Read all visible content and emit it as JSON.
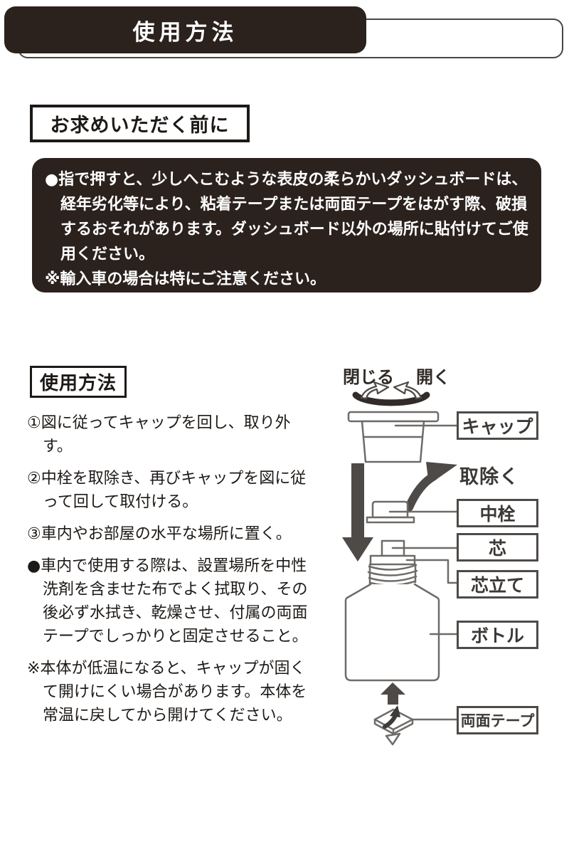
{
  "header": {
    "title": "使用方法"
  },
  "before_purchase": {
    "heading": "お求めいただく前に",
    "warning": {
      "bullet_marker": "●",
      "bullet_text": "指で押すと、少しへこむような表皮の柔らかいダッシュボードは、経年劣化等により、粘着テープまたは両面テープをはがす際、破損するおそれがあります。ダッシュボード以外の場所に貼付けてご使用ください。",
      "note_marker": "※",
      "note_text": "輸入車の場合は特にご注意ください。"
    }
  },
  "usage": {
    "heading": "使用方法",
    "steps": [
      {
        "marker": "①",
        "text": "図に従ってキャップを回し、取り外す。"
      },
      {
        "marker": "②",
        "text": "中栓を取除き、再びキャップを図に従って回して取付ける。"
      },
      {
        "marker": "③",
        "text": "車内やお部屋の水平な場所に置く。"
      },
      {
        "marker": "●",
        "text": "車内で使用する際は、設置場所を中性洗剤を含ませた布でよく拭取り、その後必ず水拭き、乾燥させ、付属の両面テープでしっかりと固定させること。"
      },
      {
        "marker": "※",
        "text": "本体が低温になると、キャップが固くて開けにくい場合があります。本体を常温に戻してから開けてください。"
      }
    ]
  },
  "diagram": {
    "rotation_labels": {
      "close": "閉じる",
      "open": "開く"
    },
    "remove_label": "取除く",
    "part_labels": {
      "cap": "キャップ",
      "inner_plug": "中栓",
      "wick": "芯",
      "wick_stand": "芯立て",
      "bottle": "ボトル",
      "tape": "両面テープ"
    }
  },
  "colors": {
    "ink_black": "#2b211d",
    "diagram_stroke": "#6f6b68",
    "arrow_gray": "#4e4a47",
    "background": "#ffffff"
  }
}
